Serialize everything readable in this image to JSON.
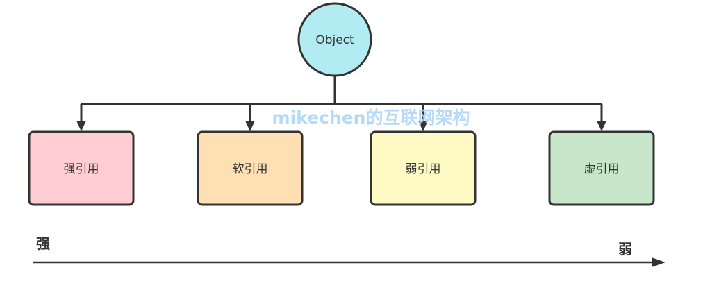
{
  "root": {
    "label": "Object",
    "fill": "#b2ebf2"
  },
  "references": [
    {
      "label": "强引用",
      "fill": "#ffcdd2"
    },
    {
      "label": "软引用",
      "fill": "#ffe0b2"
    },
    {
      "label": "弱引用",
      "fill": "#fff9c4"
    },
    {
      "label": "虚引用",
      "fill": "#c8e6c9"
    }
  ],
  "scale": {
    "strong_label": "强",
    "weak_label": "弱"
  },
  "watermark": "mikechen的互联网架构",
  "colors": {
    "stroke": "#333333"
  }
}
